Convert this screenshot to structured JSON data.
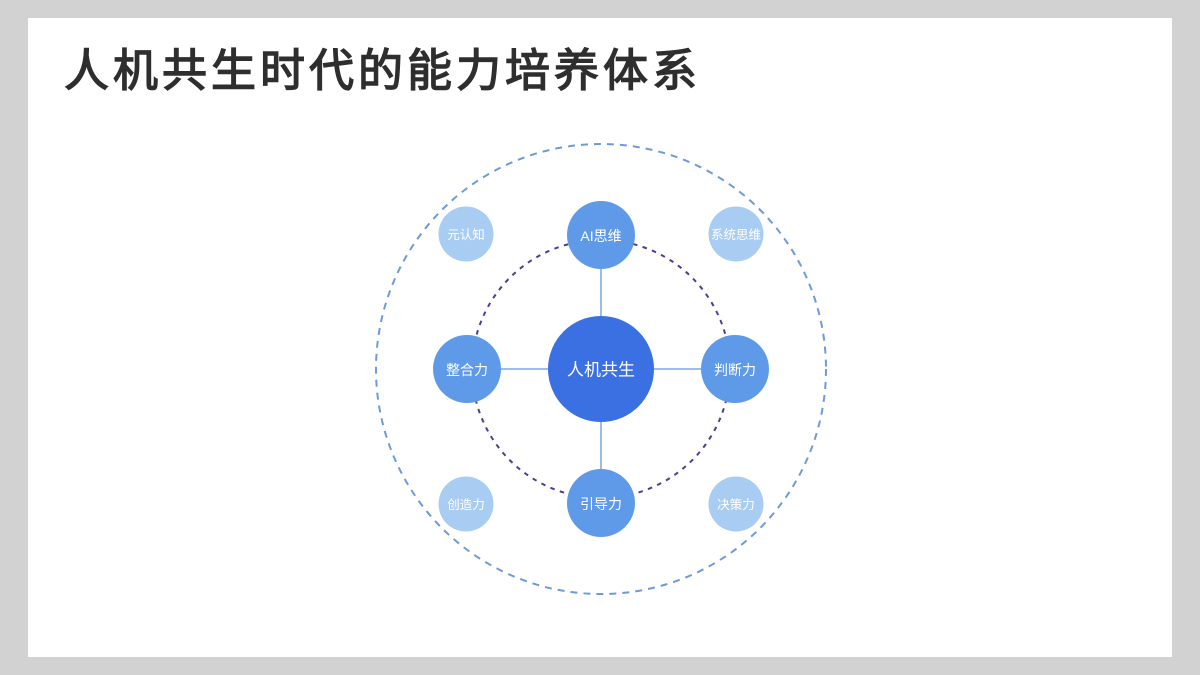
{
  "slide": {
    "title": "人机共生时代的能力培养体系"
  },
  "diagram": {
    "center": {
      "label": "人机共生"
    },
    "inner_ring": [
      {
        "position": "top",
        "label": "AI思维"
      },
      {
        "position": "right",
        "label": "判断力"
      },
      {
        "position": "bottom",
        "label": "引导力"
      },
      {
        "position": "left",
        "label": "整合力"
      }
    ],
    "outer_ring": [
      {
        "position": "top-left",
        "label": "元认知"
      },
      {
        "position": "top-right",
        "label": "系统思维"
      },
      {
        "position": "bottom-right",
        "label": "决策力"
      },
      {
        "position": "bottom-left",
        "label": "创造力"
      }
    ],
    "colors": {
      "center_fill": "#3b70e2",
      "inner_node_fill": "#5f9ae8",
      "outer_node_fill": "#a9ccf2",
      "inner_dashed_ring": "#474290",
      "outer_dashed_ring": "#6e9ad8",
      "connector_line": "#7aa6e8",
      "node_label_text": "#ffffff",
      "title_text": "#2e2e2e",
      "slide_background": "#ffffff",
      "page_background": "#d2d2d2"
    }
  }
}
